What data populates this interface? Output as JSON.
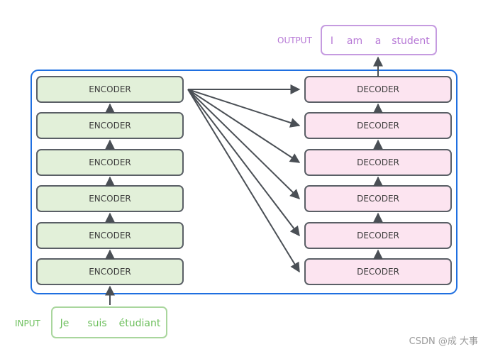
{
  "output": {
    "label": "OUTPUT",
    "words": [
      "I",
      "am",
      "a",
      "student"
    ]
  },
  "input": {
    "label": "INPUT",
    "words": [
      "Je",
      "suis",
      "étudiant"
    ]
  },
  "encoders": [
    {
      "label": "ENCODER"
    },
    {
      "label": "ENCODER"
    },
    {
      "label": "ENCODER"
    },
    {
      "label": "ENCODER"
    },
    {
      "label": "ENCODER"
    },
    {
      "label": "ENCODER"
    }
  ],
  "decoders": [
    {
      "label": "DECODER"
    },
    {
      "label": "DECODER"
    },
    {
      "label": "DECODER"
    },
    {
      "label": "DECODER"
    },
    {
      "label": "DECODER"
    },
    {
      "label": "DECODER"
    }
  ],
  "watermark": "CSDN @成 大事",
  "colors": {
    "encoder_fill": "#e2f0d9",
    "decoder_fill": "#fce4f0",
    "block_stroke": "#5a5f66",
    "container_stroke": "#1f6fe0",
    "input_color": "#6cbf5c",
    "output_color": "#b779d6",
    "arrow": "#4a4f55"
  }
}
